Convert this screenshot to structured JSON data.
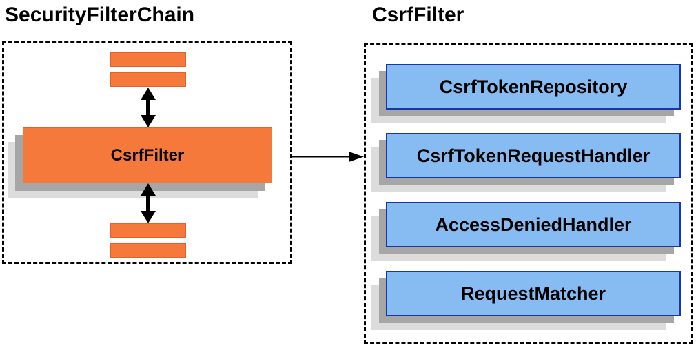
{
  "left_panel": {
    "title": "SecurityFilterChain",
    "csrf_filter_label": "CsrfFilter"
  },
  "right_panel": {
    "title": "CsrfFilter",
    "components": [
      "CsrfTokenRepository",
      "CsrfTokenRequestHandler",
      "AccessDeniedHandler",
      "RequestMatcher"
    ]
  },
  "colors": {
    "orange-fill": "#f5793b",
    "orange-border": "#e4602f",
    "blue-fill": "#87bcf2",
    "blue-border": "#1a35a5",
    "shadow-dark": "#a6a6a6",
    "shadow-light": "#dcdcdc",
    "arrow": "#000000"
  }
}
